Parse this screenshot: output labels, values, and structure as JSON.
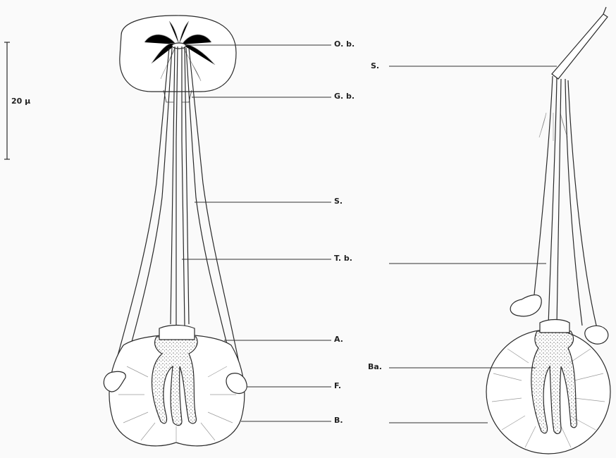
{
  "scale_bar": {
    "label": "20 μ"
  },
  "labels": {
    "ob": "O. b.",
    "gb": "G. b.",
    "s_left": "S.",
    "tb": "T. b.",
    "a": "A.",
    "f": "F.",
    "b": "B.",
    "s_right": "S.",
    "ba": "Ba."
  }
}
